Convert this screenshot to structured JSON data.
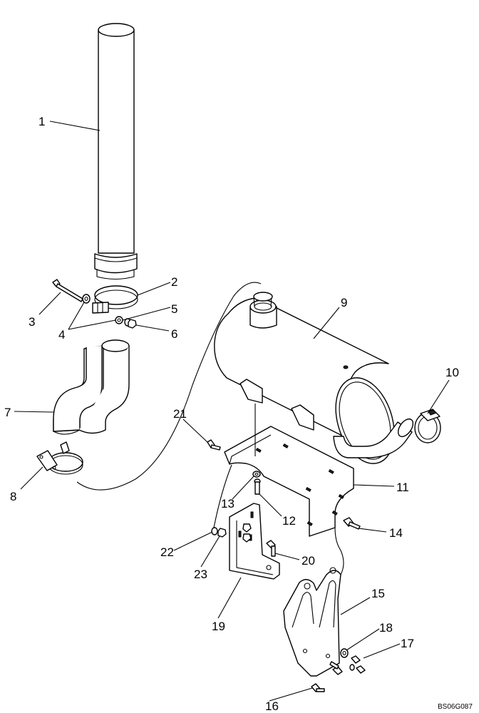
{
  "diagram": {
    "reference_code": "BS06G087",
    "callouts": [
      {
        "id": "1",
        "text": "1"
      },
      {
        "id": "2",
        "text": "2"
      },
      {
        "id": "3",
        "text": "3"
      },
      {
        "id": "4",
        "text": "4"
      },
      {
        "id": "5",
        "text": "5"
      },
      {
        "id": "6",
        "text": "6"
      },
      {
        "id": "7",
        "text": "7"
      },
      {
        "id": "8",
        "text": "8"
      },
      {
        "id": "9",
        "text": "9"
      },
      {
        "id": "10",
        "text": "10"
      },
      {
        "id": "11",
        "text": "11"
      },
      {
        "id": "12",
        "text": "12"
      },
      {
        "id": "13",
        "text": "13"
      },
      {
        "id": "14",
        "text": "14"
      },
      {
        "id": "15",
        "text": "15"
      },
      {
        "id": "16",
        "text": "16"
      },
      {
        "id": "17",
        "text": "17"
      },
      {
        "id": "18",
        "text": "18"
      },
      {
        "id": "19",
        "text": "19"
      },
      {
        "id": "20",
        "text": "20"
      },
      {
        "id": "21",
        "text": "21"
      },
      {
        "id": "22",
        "text": "22"
      },
      {
        "id": "23",
        "text": "23"
      }
    ]
  }
}
